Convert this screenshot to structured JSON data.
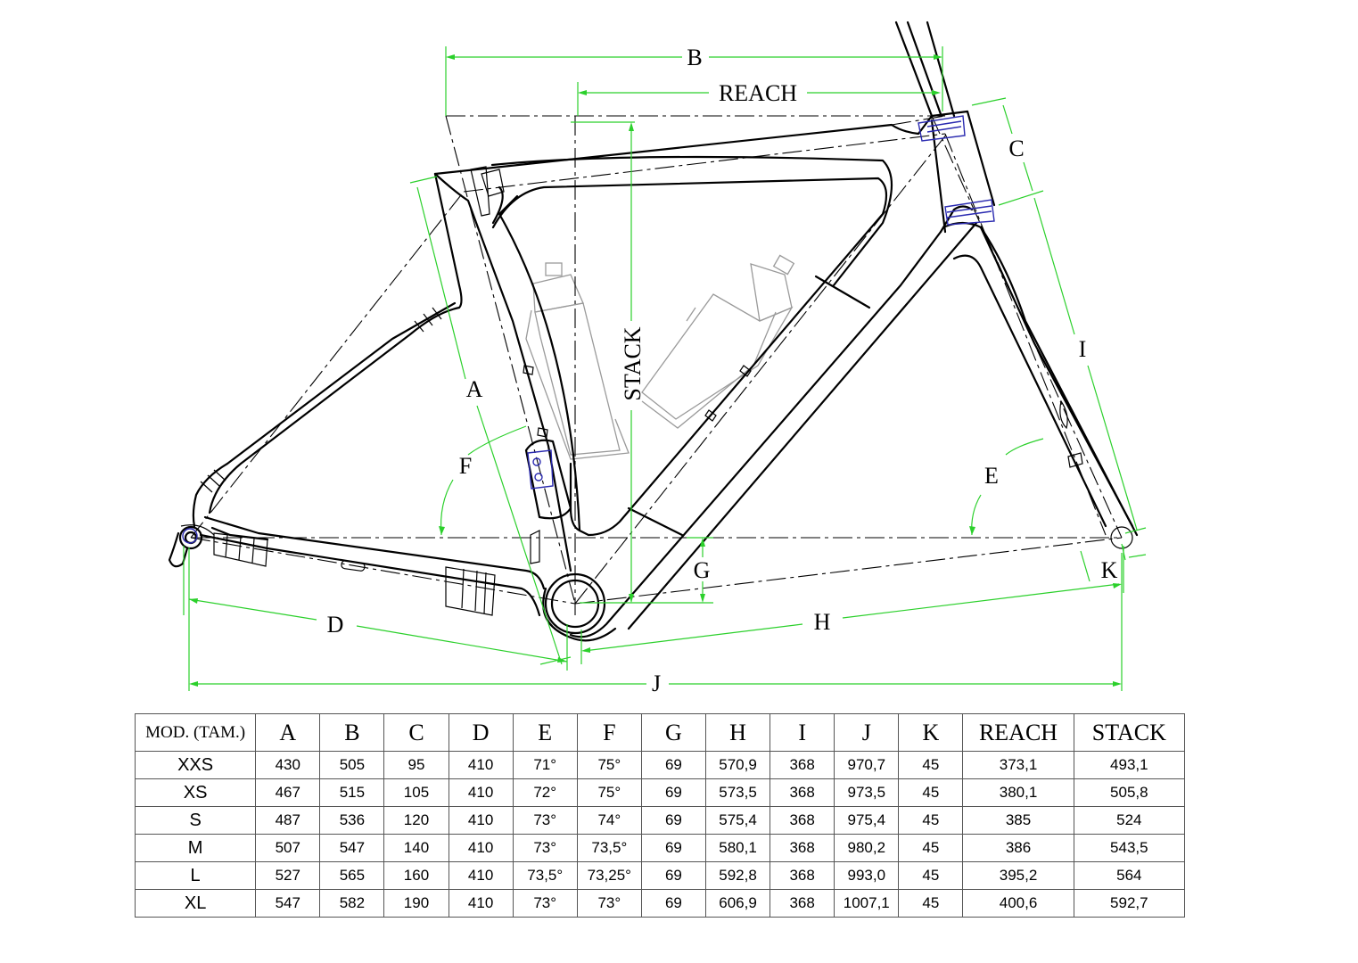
{
  "diagram": {
    "labels": {
      "A": "A",
      "B": "B",
      "C": "C",
      "D": "D",
      "E": "E",
      "F": "F",
      "G": "G",
      "H": "H",
      "I": "I",
      "J": "J",
      "K": "K",
      "reach": "REACH",
      "stack": "STACK"
    }
  },
  "table": {
    "headers": [
      "MOD. (TAM.)",
      "A",
      "B",
      "C",
      "D",
      "E",
      "F",
      "G",
      "H",
      "I",
      "J",
      "K",
      "REACH",
      "STACK"
    ],
    "rows": [
      [
        "XXS",
        "430",
        "505",
        "95",
        "410",
        "71°",
        "75°",
        "69",
        "570,9",
        "368",
        "970,7",
        "45",
        "373,1",
        "493,1"
      ],
      [
        "XS",
        "467",
        "515",
        "105",
        "410",
        "72°",
        "75°",
        "69",
        "573,5",
        "368",
        "973,5",
        "45",
        "380,1",
        "505,8"
      ],
      [
        "S",
        "487",
        "536",
        "120",
        "410",
        "73°",
        "74°",
        "69",
        "575,4",
        "368",
        "975,4",
        "45",
        "385",
        "524"
      ],
      [
        "M",
        "507",
        "547",
        "140",
        "410",
        "73°",
        "73,5°",
        "69",
        "580,1",
        "368",
        "980,2",
        "45",
        "386",
        "543,5"
      ],
      [
        "L",
        "527",
        "565",
        "160",
        "410",
        "73,5°",
        "73,25°",
        "69",
        "592,8",
        "368",
        "993,0",
        "45",
        "395,2",
        "564"
      ],
      [
        "XL",
        "547",
        "582",
        "190",
        "410",
        "73°",
        "73°",
        "69",
        "606,9",
        "368",
        "1007,1",
        "45",
        "400,6",
        "592,7"
      ]
    ]
  }
}
